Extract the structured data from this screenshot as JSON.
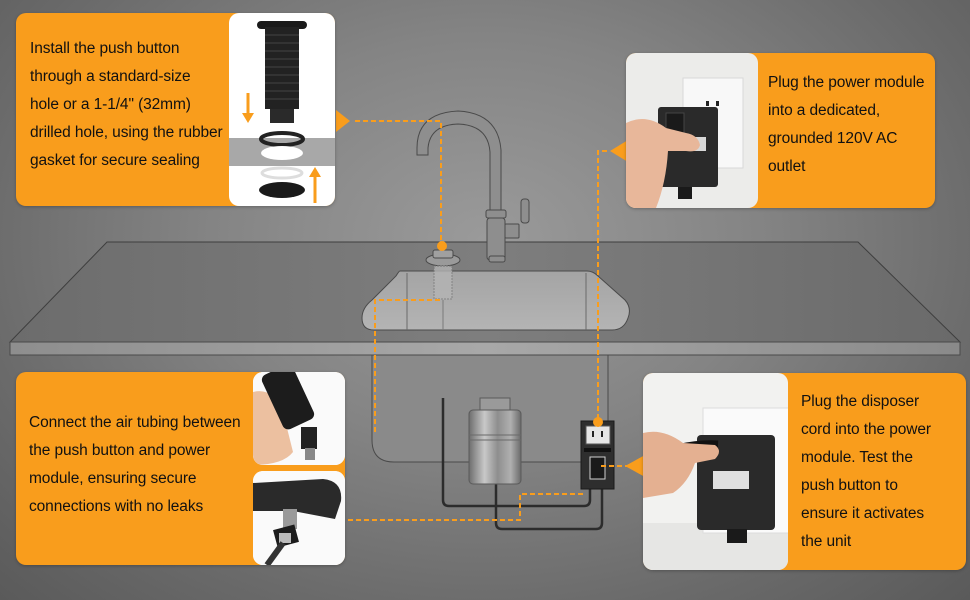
{
  "colors": {
    "accent": "#f99d1c",
    "background": "#848484",
    "text": "#111111",
    "line_dark": "#3a3a3a"
  },
  "callouts": [
    {
      "id": "install-push-button",
      "lines": [
        "Install the push button",
        "through a standard-size",
        "hole or a 1-1/4\" (32mm)",
        "drilled hole, using the rubber",
        "gasket for secure sealing"
      ],
      "image": "push-button-exploded-view"
    },
    {
      "id": "plug-power-module",
      "lines": [
        "Plug the power module",
        "into a dedicated,",
        "grounded 120V AC",
        "outlet"
      ],
      "image": "hand-plugging-power-module"
    },
    {
      "id": "connect-air-tubing",
      "lines": [
        "Connect the air tubing between",
        "the push button and power",
        "module, ensuring secure",
        "connections with no leaks"
      ],
      "images": [
        "hand-attaching-tubing",
        "tubing-connector-closeup"
      ]
    },
    {
      "id": "plug-disposer-cord",
      "lines": [
        "Plug the disposer",
        "cord into the power",
        "module. Test the",
        "push button to",
        "ensure it activates",
        "the unit"
      ],
      "image": "hand-plugging-disposer-cord"
    }
  ],
  "diagram": {
    "elements": [
      "countertop",
      "sink-basin",
      "faucet",
      "air-switch-push-button",
      "garbage-disposer",
      "power-module",
      "wall-outlet",
      "air-tubing",
      "power-cords"
    ]
  }
}
